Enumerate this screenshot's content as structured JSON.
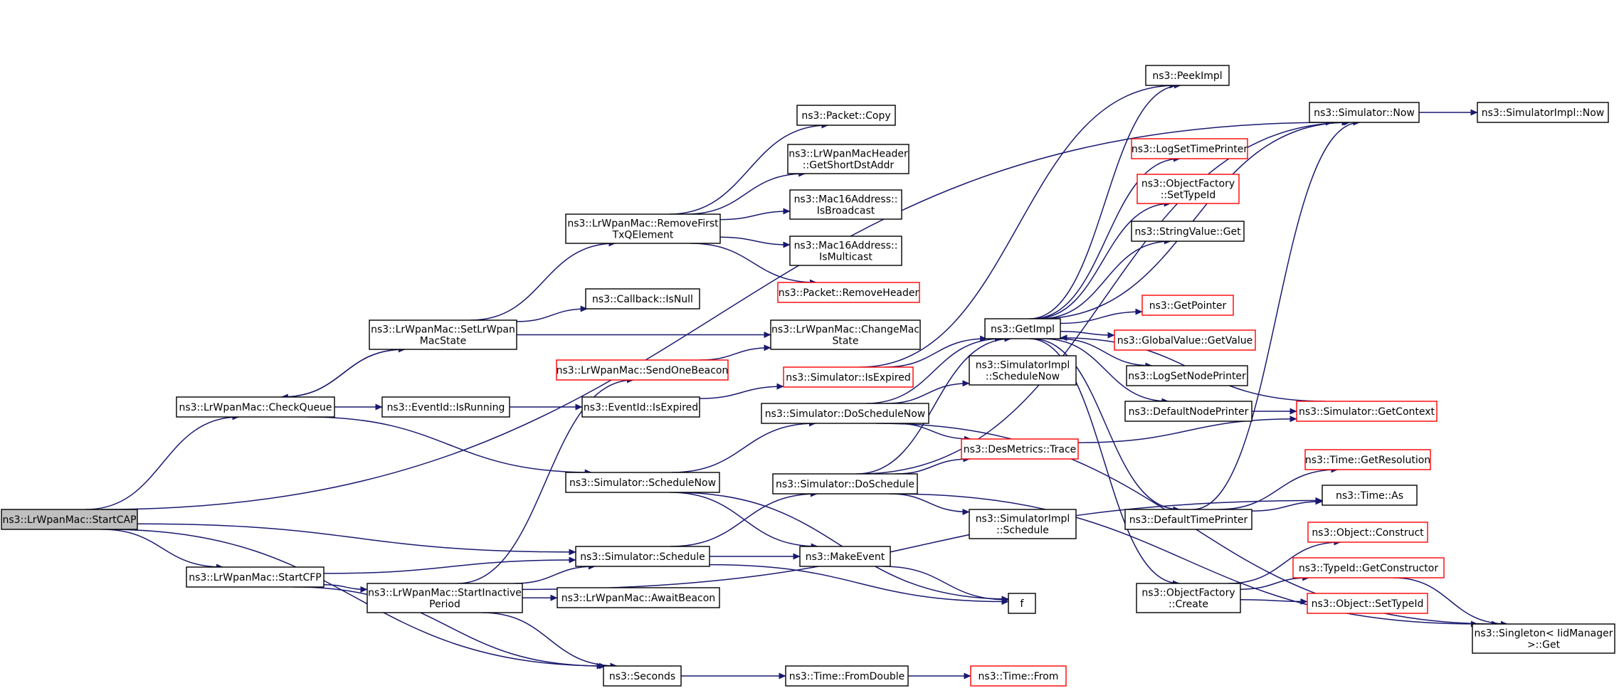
{
  "colors": {
    "edge": "#191970",
    "node_border": "#000000",
    "truncated_border": "#ff0000",
    "root_fill": "#bfbfbf"
  },
  "nodes": {
    "start_cap": {
      "lines": [
        "ns3::LrWpanMac::StartCAP"
      ],
      "style": "root"
    },
    "check_queue": {
      "lines": [
        "ns3::LrWpanMac::CheckQueue"
      ]
    },
    "set_lrwpan_mac_state": {
      "lines": [
        "ns3::LrWpanMac::SetLrWpan",
        "MacState"
      ]
    },
    "remove_first_txq": {
      "lines": [
        "ns3::LrWpanMac::RemoveFirst",
        "TxQElement"
      ]
    },
    "packet_copy": {
      "lines": [
        "ns3::Packet::Copy"
      ]
    },
    "get_short_dst_addr": {
      "lines": [
        "ns3::LrWpanMacHeader",
        "::GetShortDstAddr"
      ]
    },
    "is_broadcast": {
      "lines": [
        "ns3::Mac16Address::",
        "IsBroadcast"
      ]
    },
    "is_multicast": {
      "lines": [
        "ns3::Mac16Address::",
        "IsMulticast"
      ]
    },
    "remove_header": {
      "lines": [
        "ns3::Packet::RemoveHeader"
      ],
      "style": "trunc"
    },
    "callback_isnull": {
      "lines": [
        "ns3::Callback::IsNull"
      ]
    },
    "change_mac_state": {
      "lines": [
        "ns3::LrWpanMac::ChangeMac",
        "State"
      ]
    },
    "send_one_beacon": {
      "lines": [
        "ns3::LrWpanMac::SendOneBeacon"
      ],
      "style": "trunc"
    },
    "eventid_isrunning": {
      "lines": [
        "ns3::EventId::IsRunning"
      ]
    },
    "eventid_isexpired": {
      "lines": [
        "ns3::EventId::IsExpired"
      ]
    },
    "sim_isexpired": {
      "lines": [
        "ns3::Simulator::IsExpired"
      ],
      "style": "trunc"
    },
    "get_impl": {
      "lines": [
        "ns3::GetImpl"
      ]
    },
    "peek_impl": {
      "lines": [
        "ns3::PeekImpl"
      ]
    },
    "sim_now": {
      "lines": [
        "ns3::Simulator::Now"
      ]
    },
    "simimpl_now": {
      "lines": [
        "ns3::SimulatorImpl::Now"
      ]
    },
    "log_set_time_printer": {
      "lines": [
        "ns3::LogSetTimePrinter"
      ],
      "style": "trunc"
    },
    "objfactory_settypeid": {
      "lines": [
        "ns3::ObjectFactory",
        "::SetTypeId"
      ],
      "style": "trunc"
    },
    "stringvalue_get": {
      "lines": [
        "ns3::StringValue::Get"
      ]
    },
    "get_pointer": {
      "lines": [
        "ns3::GetPointer"
      ],
      "style": "trunc"
    },
    "globalvalue_getvalue": {
      "lines": [
        "ns3::GlobalValue::GetValue"
      ],
      "style": "trunc"
    },
    "log_set_node_printer": {
      "lines": [
        "ns3::LogSetNodePrinter"
      ]
    },
    "default_node_printer": {
      "lines": [
        "ns3::DefaultNodePrinter"
      ]
    },
    "sim_getcontext": {
      "lines": [
        "ns3::Simulator::GetContext"
      ],
      "style": "trunc"
    },
    "simimpl_schedulenow": {
      "lines": [
        "ns3::SimulatorImpl",
        "::ScheduleNow"
      ]
    },
    "sim_doschedulenow": {
      "lines": [
        "ns3::Simulator::DoScheduleNow"
      ]
    },
    "desmetrics_trace": {
      "lines": [
        "ns3::DesMetrics::Trace"
      ],
      "style": "trunc"
    },
    "sim_schedulenow": {
      "lines": [
        "ns3::Simulator::ScheduleNow"
      ]
    },
    "sim_doschedule": {
      "lines": [
        "ns3::Simulator::DoSchedule"
      ]
    },
    "time_getresolution": {
      "lines": [
        "ns3::Time::GetResolution"
      ],
      "style": "trunc"
    },
    "time_as": {
      "lines": [
        "ns3::Time::As"
      ]
    },
    "default_time_printer": {
      "lines": [
        "ns3::DefaultTimePrinter"
      ]
    },
    "simimpl_schedule": {
      "lines": [
        "ns3::SimulatorImpl",
        "::Schedule"
      ]
    },
    "object_construct": {
      "lines": [
        "ns3::Object::Construct"
      ],
      "style": "trunc"
    },
    "sim_schedule": {
      "lines": [
        "ns3::Simulator::Schedule"
      ]
    },
    "make_event": {
      "lines": [
        "ns3::MakeEvent"
      ]
    },
    "start_cfp": {
      "lines": [
        "ns3::LrWpanMac::StartCFP"
      ]
    },
    "typeid_getconstructor": {
      "lines": [
        "ns3::TypeId::GetConstructor"
      ],
      "style": "trunc"
    },
    "start_inactive_period": {
      "lines": [
        "ns3::LrWpanMac::StartInactive",
        "Period"
      ]
    },
    "await_beacon": {
      "lines": [
        "ns3::LrWpanMac::AwaitBeacon"
      ]
    },
    "f": {
      "lines": [
        "f"
      ]
    },
    "objfactory_create": {
      "lines": [
        "ns3::ObjectFactory",
        "::Create"
      ]
    },
    "object_settypeid": {
      "lines": [
        "ns3::Object::SetTypeId"
      ],
      "style": "trunc"
    },
    "singleton_get": {
      "lines": [
        "ns3::Singleton< IidManager",
        ">::Get"
      ]
    },
    "seconds": {
      "lines": [
        "ns3::Seconds"
      ]
    },
    "time_fromdouble": {
      "lines": [
        "ns3::Time::FromDouble"
      ]
    },
    "time_from": {
      "lines": [
        "ns3::Time::From"
      ],
      "style": "trunc"
    }
  },
  "edges": [
    [
      "start_cap",
      "check_queue"
    ],
    [
      "start_cap",
      "sim_now"
    ],
    [
      "start_cap",
      "start_cfp"
    ],
    [
      "start_cap",
      "sim_schedule"
    ],
    [
      "start_cap",
      "seconds"
    ],
    [
      "check_queue",
      "set_lrwpan_mac_state"
    ],
    [
      "set_lrwpan_mac_state",
      "check_queue"
    ],
    [
      "check_queue",
      "eventid_isrunning"
    ],
    [
      "check_queue",
      "sim_schedulenow"
    ],
    [
      "set_lrwpan_mac_state",
      "remove_first_txq"
    ],
    [
      "set_lrwpan_mac_state",
      "callback_isnull"
    ],
    [
      "set_lrwpan_mac_state",
      "change_mac_state"
    ],
    [
      "remove_first_txq",
      "packet_copy"
    ],
    [
      "remove_first_txq",
      "get_short_dst_addr"
    ],
    [
      "remove_first_txq",
      "is_broadcast"
    ],
    [
      "remove_first_txq",
      "is_multicast"
    ],
    [
      "remove_first_txq",
      "remove_header"
    ],
    [
      "send_one_beacon",
      "change_mac_state"
    ],
    [
      "eventid_isrunning",
      "eventid_isexpired"
    ],
    [
      "eventid_isexpired",
      "sim_isexpired"
    ],
    [
      "sim_isexpired",
      "get_impl"
    ],
    [
      "sim_isexpired",
      "peek_impl"
    ],
    [
      "get_impl",
      "peek_impl"
    ],
    [
      "get_impl",
      "sim_now"
    ],
    [
      "get_impl",
      "log_set_time_printer"
    ],
    [
      "get_impl",
      "objfactory_settypeid"
    ],
    [
      "get_impl",
      "stringvalue_get"
    ],
    [
      "get_impl",
      "get_pointer"
    ],
    [
      "get_impl",
      "globalvalue_getvalue"
    ],
    [
      "get_impl",
      "log_set_node_printer"
    ],
    [
      "get_impl",
      "default_node_printer"
    ],
    [
      "get_impl",
      "default_time_printer"
    ],
    [
      "get_impl",
      "objfactory_create"
    ],
    [
      "sim_now",
      "simimpl_now"
    ],
    [
      "default_node_printer",
      "sim_getcontext"
    ],
    [
      "sim_getcontext",
      "get_impl"
    ],
    [
      "default_time_printer",
      "sim_now"
    ],
    [
      "default_time_printer",
      "time_getresolution"
    ],
    [
      "default_time_printer",
      "time_as"
    ],
    [
      "sim_schedulenow",
      "sim_doschedulenow"
    ],
    [
      "sim_schedulenow",
      "make_event"
    ],
    [
      "sim_schedulenow",
      "f"
    ],
    [
      "sim_doschedulenow",
      "get_impl"
    ],
    [
      "sim_doschedulenow",
      "simimpl_schedulenow"
    ],
    [
      "sim_doschedulenow",
      "desmetrics_trace"
    ],
    [
      "sim_doschedulenow",
      "singleton_get"
    ],
    [
      "sim_doschedule",
      "get_impl"
    ],
    [
      "sim_doschedule",
      "desmetrics_trace"
    ],
    [
      "sim_doschedule",
      "sim_now"
    ],
    [
      "sim_doschedule",
      "simimpl_schedule"
    ],
    [
      "sim_doschedule",
      "singleton_get"
    ],
    [
      "desmetrics_trace",
      "sim_getcontext"
    ],
    [
      "sim_schedule",
      "sim_doschedule"
    ],
    [
      "sim_schedule",
      "make_event"
    ],
    [
      "sim_schedule",
      "f"
    ],
    [
      "make_event",
      "f"
    ],
    [
      "start_cfp",
      "sim_schedule"
    ],
    [
      "start_cfp",
      "start_inactive_period"
    ],
    [
      "start_cfp",
      "seconds"
    ],
    [
      "start_inactive_period",
      "send_one_beacon"
    ],
    [
      "start_inactive_period",
      "sim_schedule"
    ],
    [
      "start_inactive_period",
      "await_beacon"
    ],
    [
      "start_inactive_period",
      "seconds"
    ],
    [
      "start_inactive_period",
      "time_as"
    ],
    [
      "objfactory_create",
      "object_construct"
    ],
    [
      "objfactory_create",
      "typeid_getconstructor"
    ],
    [
      "objfactory_create",
      "object_settypeid"
    ],
    [
      "typeid_getconstructor",
      "singleton_get"
    ],
    [
      "seconds",
      "time_fromdouble"
    ],
    [
      "time_fromdouble",
      "time_from"
    ]
  ]
}
